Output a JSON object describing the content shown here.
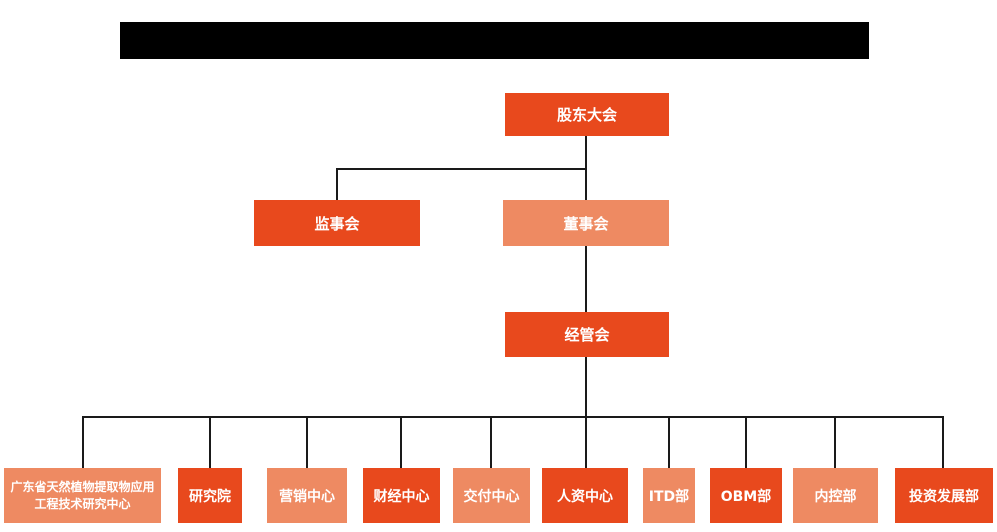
{
  "colors": {
    "primary": "#E8491D",
    "secondary": "#EE8A62",
    "line": "#1A1A1A"
  },
  "org_chart": {
    "type": "org-hierarchy",
    "level1": {
      "label": "股东大会"
    },
    "level2": [
      {
        "label": "监事会",
        "variant": "primary"
      },
      {
        "label": "董事会",
        "variant": "secondary"
      }
    ],
    "level3": {
      "label": "经管会"
    },
    "level4": [
      {
        "label": "广东省天然植物提取物应用工程技术研究中心",
        "variant": "secondary"
      },
      {
        "label": "研究院",
        "variant": "primary"
      },
      {
        "label": "营销中心",
        "variant": "secondary"
      },
      {
        "label": "财经中心",
        "variant": "primary"
      },
      {
        "label": "交付中心",
        "variant": "secondary"
      },
      {
        "label": "人资中心",
        "variant": "primary"
      },
      {
        "label": "ITD部",
        "variant": "secondary"
      },
      {
        "label": "OBM部",
        "variant": "primary"
      },
      {
        "label": "内控部",
        "variant": "secondary"
      },
      {
        "label": "投资发展部",
        "variant": "primary"
      }
    ]
  }
}
